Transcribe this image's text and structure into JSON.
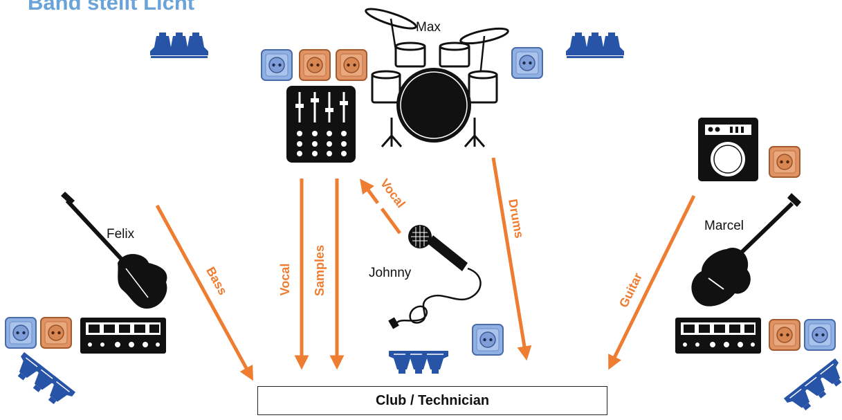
{
  "title": "Band stellt Licht",
  "people": {
    "drummer": "Max",
    "bassist": "Felix",
    "singer": "Johnny",
    "guitarist": "Marcel"
  },
  "destination": "Club / Technician",
  "signals": {
    "bass": "Bass",
    "vocal_out": "Vocal",
    "samples": "Samples",
    "vocal_in": "Vocal",
    "drums": "Drums",
    "guitar": "Guitar"
  },
  "colors": {
    "arrow": "#ee7d32",
    "title": "#6aa3d8",
    "light_fixture": "#2854a8",
    "socket_blue": "#8fb0e3",
    "socket_orange": "#e09465"
  },
  "icons": [
    "drum-kit-icon",
    "mixer-icon",
    "bass-guitar-icon",
    "electric-guitar-icon",
    "guitar-amp-icon",
    "microphone-icon",
    "pedalboard-icon",
    "stage-light-icon",
    "power-socket-icon"
  ]
}
